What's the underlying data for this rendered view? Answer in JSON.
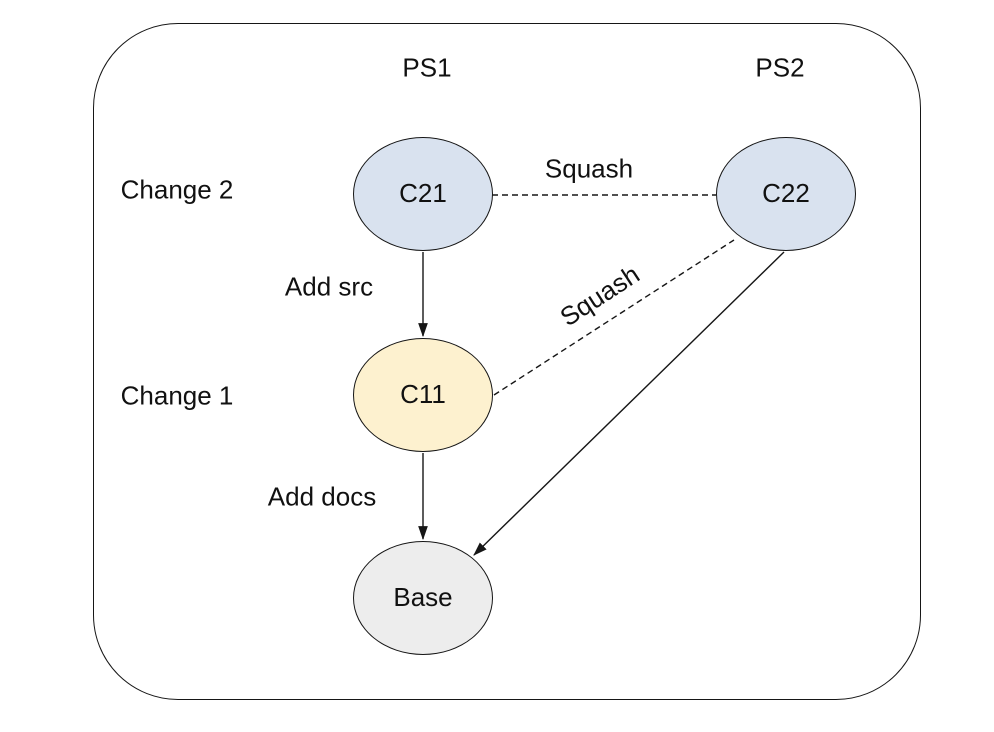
{
  "diagram": {
    "column_headers": [
      {
        "label": "PS1"
      },
      {
        "label": "PS2"
      }
    ],
    "row_labels": [
      {
        "label": "Change 2"
      },
      {
        "label": "Change 1"
      }
    ],
    "nodes": [
      {
        "id": "c21",
        "label": "C21",
        "fill": "#d9e2ef"
      },
      {
        "id": "c22",
        "label": "C22",
        "fill": "#d9e2ef"
      },
      {
        "id": "c11",
        "label": "C11",
        "fill": "#fdf1cf"
      },
      {
        "id": "base",
        "label": "Base",
        "fill": "#ededed"
      }
    ],
    "edge_labels": {
      "add_src": "Add src",
      "add_docs": "Add docs",
      "squash_top": "Squash",
      "squash_diagonal": "Squash"
    },
    "colors": {
      "stroke": "#161616",
      "node_blue": "#d9e2ef",
      "node_yellow": "#fdf1cf",
      "node_gray": "#ededed",
      "background": "#ffffff"
    }
  }
}
